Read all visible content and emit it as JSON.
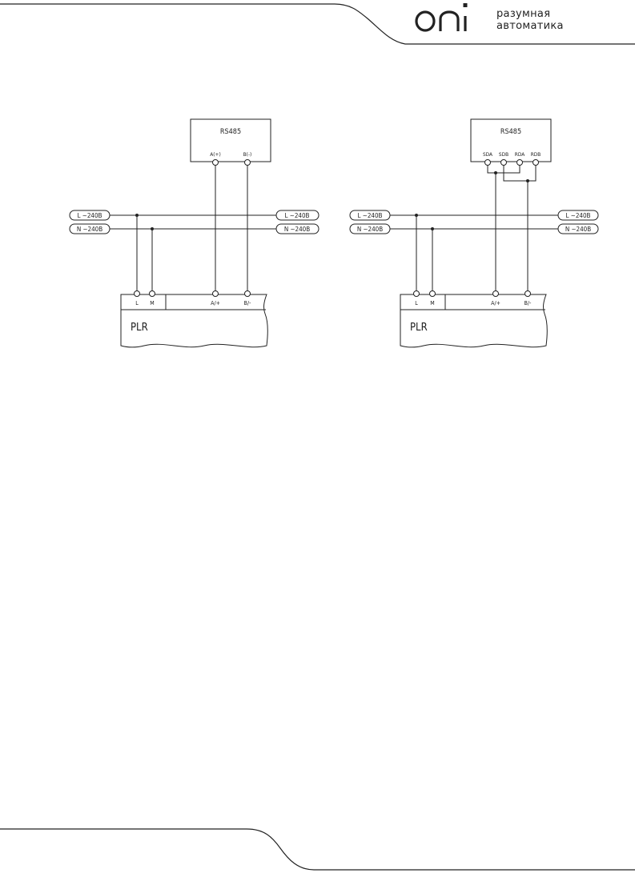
{
  "brand": {
    "logo": "oni",
    "tagline_1": "разумная",
    "tagline_2": "автоматика"
  },
  "diagram_left": {
    "device_title": "RS485",
    "device_terminals": [
      "A(+)",
      "B(-)"
    ],
    "bus_l": "L ~240В",
    "bus_n": "N ~240В",
    "plr_label": "PLR",
    "plr_terminals": [
      "L",
      "M",
      "A/+",
      "B/-"
    ]
  },
  "diagram_right": {
    "device_title": "RS485",
    "device_terminals": [
      "SDA",
      "SDB",
      "RDA",
      "RDB"
    ],
    "bus_l": "L ~240В",
    "bus_n": "N ~240В",
    "plr_label": "PLR",
    "plr_terminals": [
      "L",
      "M",
      "A/+",
      "B/-"
    ]
  }
}
